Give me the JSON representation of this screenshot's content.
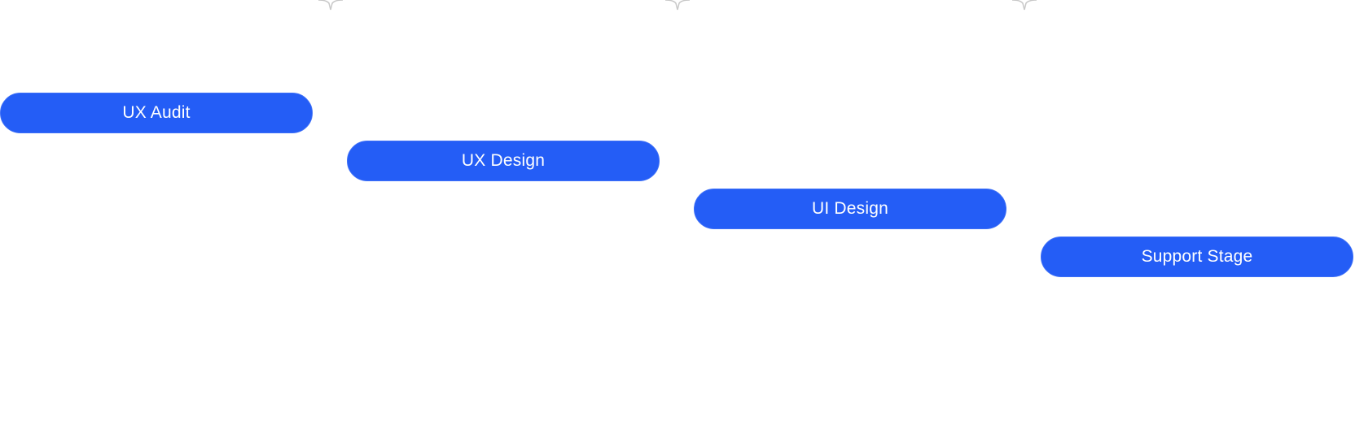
{
  "timeline": {
    "stages": [
      {
        "label": "UX Audit"
      },
      {
        "label": "UX Design"
      },
      {
        "label": "UI Design"
      },
      {
        "label": "Support Stage"
      }
    ]
  },
  "colors": {
    "pill_background": "#245df6",
    "pill_text": "#ffffff",
    "divider": "#c8c8c8"
  }
}
